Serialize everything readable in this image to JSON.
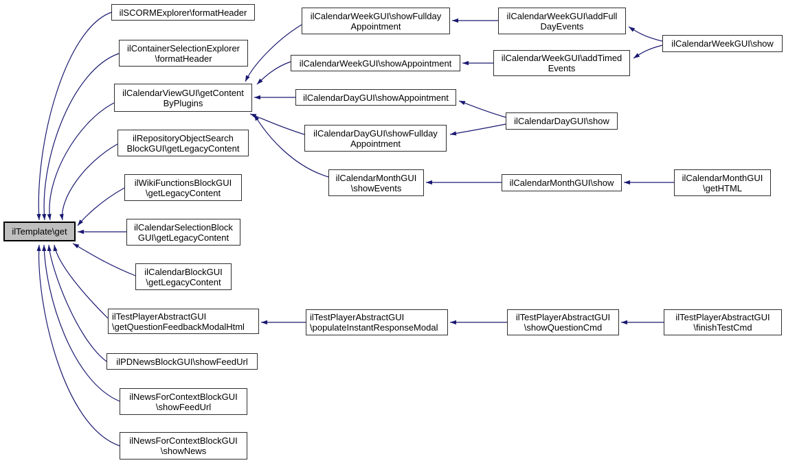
{
  "diagram": {
    "type": "call-graph",
    "description": "Doxygen-style caller graph for ilTemplate\\get",
    "colors": {
      "edge": "#191970",
      "node_fill": "#ffffff",
      "node_border": "#2d2d2d",
      "root_fill": "#bfbfbf",
      "background": "#ffffff"
    }
  },
  "nodes": [
    {
      "label": "ilTemplate\\get",
      "role": "root"
    },
    {
      "label": "ilSCORMExplorer\\formatHeader"
    },
    {
      "label": "ilContainerSelectionExplorer\n\\formatHeader"
    },
    {
      "label": "ilCalendarViewGUI\\getContent\nByPlugins"
    },
    {
      "label": "ilRepositoryObjectSearch\nBlockGUI\\getLegacyContent"
    },
    {
      "label": "ilWikiFunctionsBlockGUI\n\\getLegacyContent"
    },
    {
      "label": "ilCalendarSelectionBlock\nGUI\\getLegacyContent"
    },
    {
      "label": "ilCalendarBlockGUI\n\\getLegacyContent"
    },
    {
      "label": "ilTestPlayerAbstractGUI\n\\getQuestionFeedbackModalHtml"
    },
    {
      "label": "ilPDNewsBlockGUI\\showFeedUrl"
    },
    {
      "label": "ilNewsForContextBlockGUI\n\\showFeedUrl"
    },
    {
      "label": "ilNewsForContextBlockGUI\n\\showNews"
    },
    {
      "label": "ilCalendarWeekGUI\\showFullday\nAppointment"
    },
    {
      "label": "ilCalendarWeekGUI\\showAppointment"
    },
    {
      "label": "ilCalendarDayGUI\\showAppointment"
    },
    {
      "label": "ilCalendarDayGUI\\showFullday\nAppointment"
    },
    {
      "label": "ilCalendarMonthGUI\n\\showEvents"
    },
    {
      "label": "ilTestPlayerAbstractGUI\n\\populateInstantResponseModal"
    },
    {
      "label": "ilCalendarWeekGUI\\addFull\nDayEvents"
    },
    {
      "label": "ilCalendarWeekGUI\\addTimed\nEvents"
    },
    {
      "label": "ilCalendarDayGUI\\show"
    },
    {
      "label": "ilCalendarMonthGUI\\show"
    },
    {
      "label": "ilTestPlayerAbstractGUI\n\\showQuestionCmd"
    },
    {
      "label": "ilCalendarWeekGUI\\show"
    },
    {
      "label": "ilCalendarMonthGUI\n\\getHTML"
    },
    {
      "label": "ilTestPlayerAbstractGUI\n\\finishTestCmd"
    }
  ],
  "edges": [
    {
      "from": 1,
      "to": 0
    },
    {
      "from": 2,
      "to": 0
    },
    {
      "from": 3,
      "to": 0
    },
    {
      "from": 4,
      "to": 0
    },
    {
      "from": 5,
      "to": 0
    },
    {
      "from": 6,
      "to": 0
    },
    {
      "from": 7,
      "to": 0
    },
    {
      "from": 8,
      "to": 0
    },
    {
      "from": 9,
      "to": 0
    },
    {
      "from": 10,
      "to": 0
    },
    {
      "from": 11,
      "to": 0
    },
    {
      "from": 12,
      "to": 3
    },
    {
      "from": 13,
      "to": 3
    },
    {
      "from": 14,
      "to": 3
    },
    {
      "from": 15,
      "to": 3
    },
    {
      "from": 16,
      "to": 3
    },
    {
      "from": 18,
      "to": 12
    },
    {
      "from": 19,
      "to": 13
    },
    {
      "from": 23,
      "to": 18
    },
    {
      "from": 23,
      "to": 19
    },
    {
      "from": 20,
      "to": 14
    },
    {
      "from": 20,
      "to": 15
    },
    {
      "from": 21,
      "to": 16
    },
    {
      "from": 24,
      "to": 21
    },
    {
      "from": 22,
      "to": 17
    },
    {
      "from": 25,
      "to": 22
    },
    {
      "from": 17,
      "to": 8
    }
  ]
}
